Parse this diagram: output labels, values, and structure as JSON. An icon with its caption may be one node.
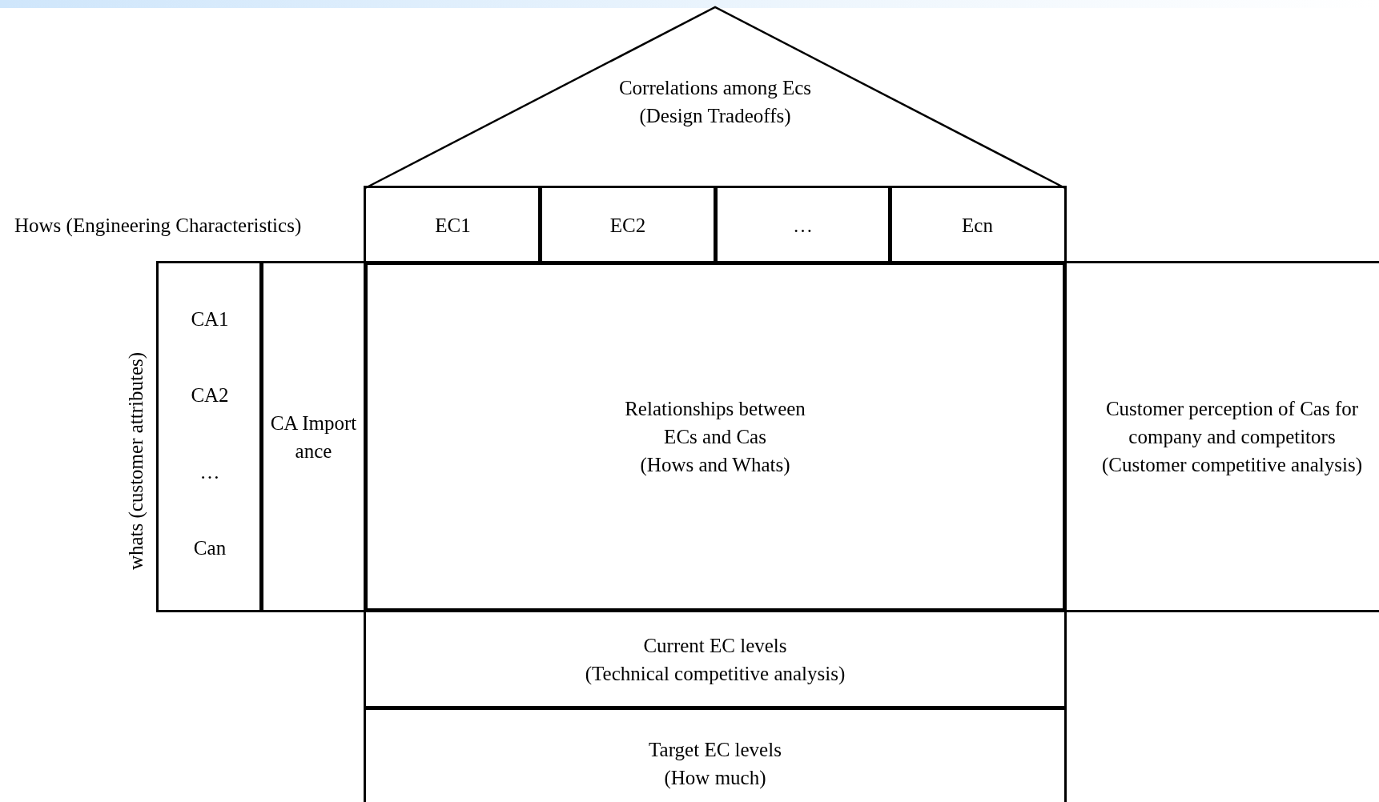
{
  "diagram": {
    "nodes": [
      {
        "text": [
          "Correlations among Ecs",
          "(Design Tradeoffs)"
        ]
      },
      {
        "text": [
          "EC1"
        ]
      },
      {
        "text": [
          "EC2"
        ]
      },
      {
        "text": [
          "…"
        ]
      },
      {
        "text": [
          "Ecn"
        ]
      },
      {
        "text": [
          "CA1",
          "CA2",
          "…",
          "Can"
        ]
      },
      {
        "text": [
          "CA Importance"
        ]
      },
      {
        "text": [
          "Relationships between ECs and Cas",
          "(Hows and Whats)"
        ]
      },
      {
        "text": [
          "Customer perception of Cas for company and competitors",
          "(Customer competitive analysis)"
        ]
      },
      {
        "text": [
          "Current EC levels",
          "(Technical competitive analysis)"
        ]
      },
      {
        "text": [
          "Target EC levels",
          "(How much)"
        ]
      }
    ],
    "labels": [
      "Hows (Engineering Characteristics)",
      "whats (customer attributes)"
    ]
  }
}
